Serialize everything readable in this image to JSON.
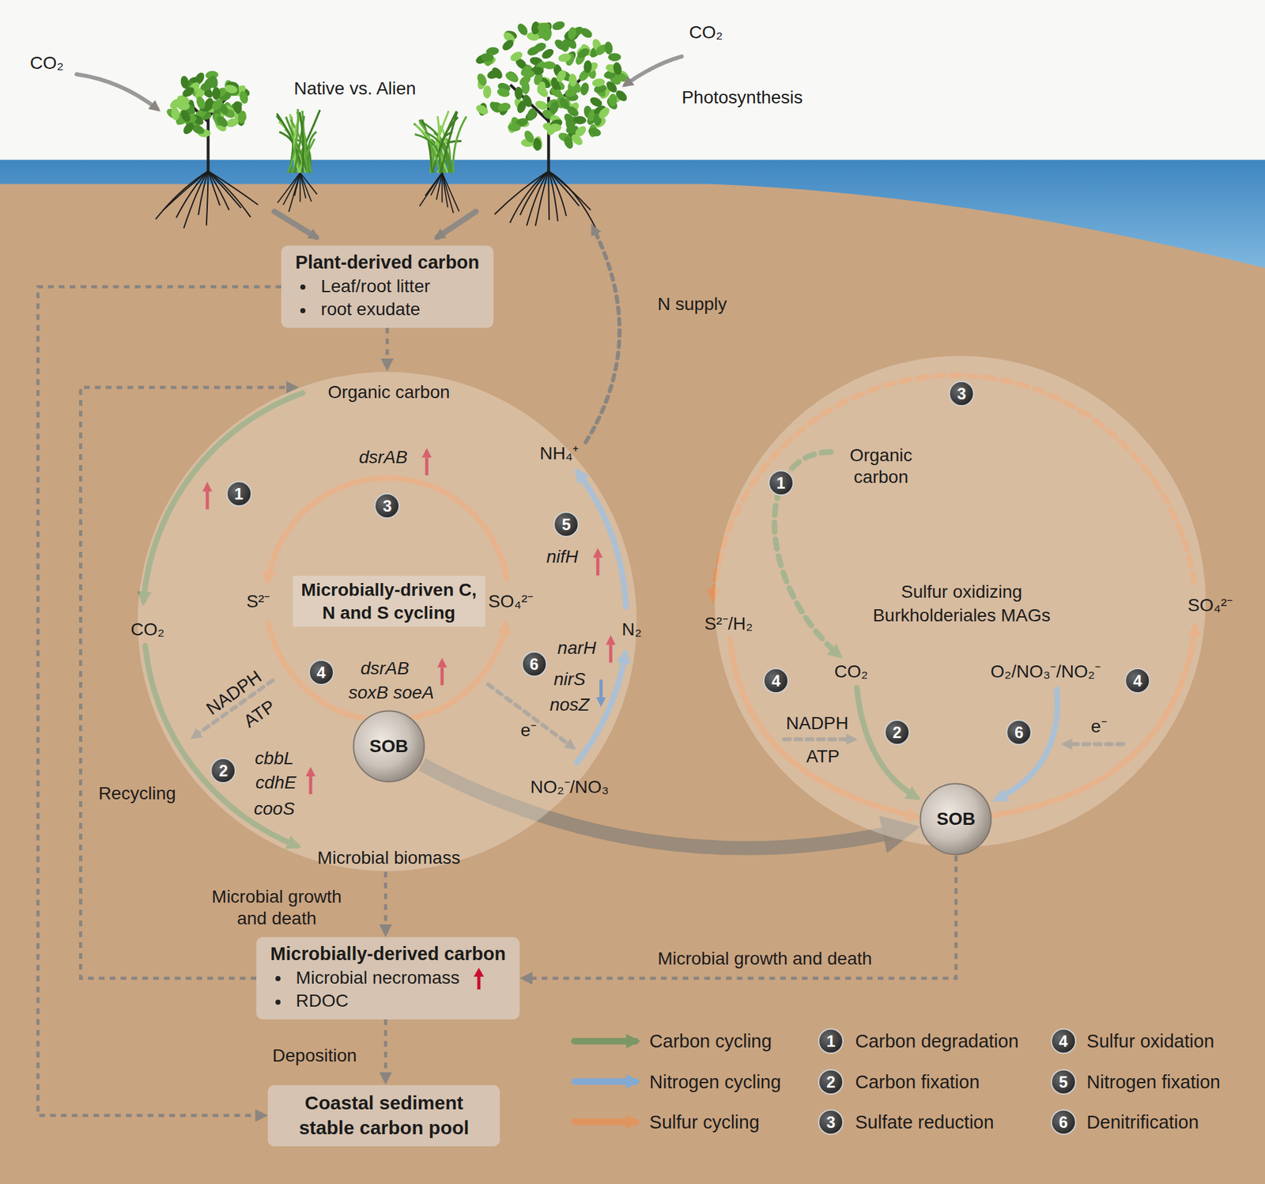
{
  "diagram": {
    "nodes": [
      {
        "text": [
          "Plant-derived carbon",
          "Leaf/root litter",
          "root exudate"
        ]
      },
      {
        "text": [
          "Microbially-driven C, N and S cycling"
        ]
      },
      {
        "text": [
          "SOB"
        ],
        "in": 1
      },
      {
        "text": [
          "Sulfur oxidizing Burkholderiales MAGs"
        ]
      },
      {
        "text": [
          "SOB"
        ],
        "in": 3
      },
      {
        "text": [
          "Microbially-derived carbon",
          "Microbial necromass",
          "RDOC"
        ]
      },
      {
        "text": [
          "Coastal sediment stable carbon pool"
        ]
      }
    ],
    "edges": [
      {
        "from": 0,
        "to": 6,
        "arrow": "to"
      },
      {
        "from": 0,
        "to": 1,
        "arrow": "to"
      },
      {
        "from": 1,
        "to": 5,
        "label": "Microbial growth and death",
        "arrow": "to"
      },
      {
        "from": 5,
        "to": 6,
        "label": "Deposition",
        "arrow": "to"
      },
      {
        "from": 5,
        "to": 1,
        "label": "Recycling",
        "arrow": "to"
      },
      {
        "from": 2,
        "to": 4,
        "arrow": "to"
      },
      {
        "from": 4,
        "to": 5,
        "label": "Microbial growth and death",
        "arrow": "to"
      }
    ],
    "labels": [
      "CO₂",
      "Native vs. Alien",
      "CO₂",
      "Photosynthesis",
      "N supply",
      "Organic carbon",
      "dsrAB",
      "NH₄⁺",
      "1",
      "3",
      "5",
      "nifH",
      "S²⁻",
      "SO₄²⁻",
      "CO₂",
      "N₂",
      "narH",
      "6",
      "4",
      "dsrAB",
      "soxB soeA",
      "nirS",
      "nosZ",
      "NADPH",
      "ATP",
      "e⁻",
      "2",
      "cbbL",
      "cdhE",
      "cooS",
      "NO₂⁻/NO₃",
      "Microbial biomass",
      "3",
      "Organic carbon",
      "1",
      "S²⁻/H₂",
      "CO₂",
      "O₂/NO₃⁻/NO₂⁻",
      "SO₄²⁻",
      "4",
      "4",
      "NADPH",
      "ATP",
      "2",
      "6",
      "e⁻",
      "1",
      "2",
      "3",
      "4",
      "5",
      "6"
    ],
    "legend": [
      {
        "text": "Carbon cycling"
      },
      {
        "text": "Nitrogen cycling"
      },
      {
        "text": "Sulfur cycling"
      },
      {
        "text": "Carbon degradation"
      },
      {
        "text": "Carbon fixation"
      },
      {
        "text": "Sulfate reduction"
      },
      {
        "text": "Sulfur oxidation"
      },
      {
        "text": "Nitrogen fixation"
      },
      {
        "text": "Denitrification"
      }
    ]
  }
}
